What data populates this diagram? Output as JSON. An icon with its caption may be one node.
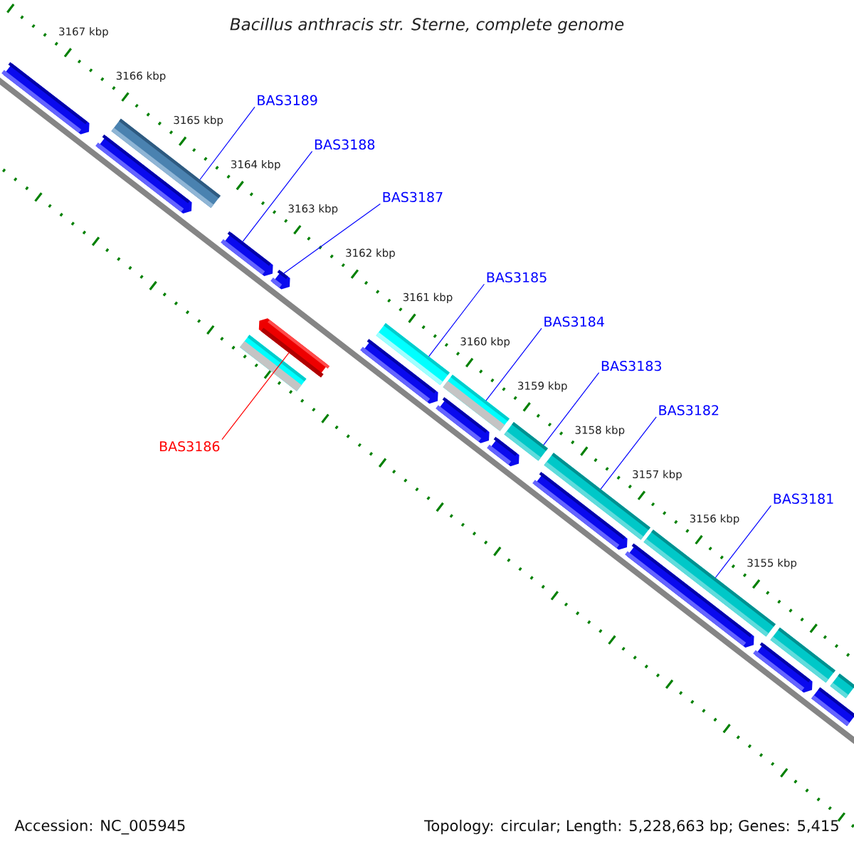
{
  "diagram": {
    "title": "Bacillus anthracis str. Sterne, complete genome",
    "nodes": [
      {
        "text": [],
        "shape": "pentagon"
      },
      {
        "text": [],
        "shape": "pentagon"
      },
      {
        "text": [],
        "shape": "bar"
      },
      {
        "text": [],
        "shape": "pentagon"
      },
      {
        "text": [],
        "shape": "pentagon"
      },
      {
        "text": [],
        "shape": "bar"
      },
      {
        "text": [],
        "shape": "pentagon"
      },
      {
        "text": [],
        "shape": "pentagon"
      },
      {
        "text": [],
        "shape": "bar"
      },
      {
        "text": [],
        "shape": "pentagon"
      },
      {
        "text": [],
        "shape": "bar"
      },
      {
        "text": [],
        "shape": "pentagon"
      },
      {
        "text": [],
        "shape": "bar"
      },
      {
        "text": [],
        "shape": "pentagon"
      },
      {
        "text": [],
        "shape": "bar"
      },
      {
        "text": [],
        "shape": "pentagon"
      },
      {
        "text": [],
        "shape": "bar"
      },
      {
        "text": [],
        "shape": "pentagon"
      },
      {
        "text": [],
        "shape": "bar"
      },
      {
        "text": [],
        "shape": "bar"
      },
      {
        "text": [],
        "shape": "bar"
      },
      {
        "text": [
          "BAS3189"
        ]
      },
      {
        "text": [
          "BAS3188"
        ]
      },
      {
        "text": [
          "BAS3187"
        ]
      },
      {
        "text": [
          "BAS3186"
        ]
      },
      {
        "text": [
          "BAS3185"
        ]
      },
      {
        "text": [
          "BAS3184"
        ]
      },
      {
        "text": [
          "BAS3183"
        ]
      },
      {
        "text": [
          "BAS3182"
        ]
      },
      {
        "text": [
          "BAS3181"
        ]
      }
    ],
    "edges": [
      {
        "from": 21,
        "to": 2,
        "arrow": "none"
      },
      {
        "from": 22,
        "to": 3,
        "arrow": "none"
      },
      {
        "from": 23,
        "to": 4,
        "arrow": "none"
      },
      {
        "from": 24,
        "to": 6,
        "arrow": "none",
        "color": "#ff0000"
      },
      {
        "from": 25,
        "to": 8,
        "arrow": "none"
      },
      {
        "from": 26,
        "to": 10,
        "arrow": "none"
      },
      {
        "from": 27,
        "to": 12,
        "arrow": "none"
      },
      {
        "from": 28,
        "to": 14,
        "arrow": "none"
      },
      {
        "from": 29,
        "to": 16,
        "arrow": "none"
      }
    ],
    "labels": [
      "3167 kbp",
      "3166 kbp",
      "3165 kbp",
      "3164 kbp",
      "3163 kbp",
      "3162 kbp",
      "3161 kbp",
      "3160 kbp",
      "3159 kbp",
      "3158 kbp",
      "3157 kbp",
      "3156 kbp",
      "3155 kbp",
      "Accession: NC_005945",
      "Topology: circular; Length: 5,228,663 bp; Genes: 5,415"
    ]
  }
}
